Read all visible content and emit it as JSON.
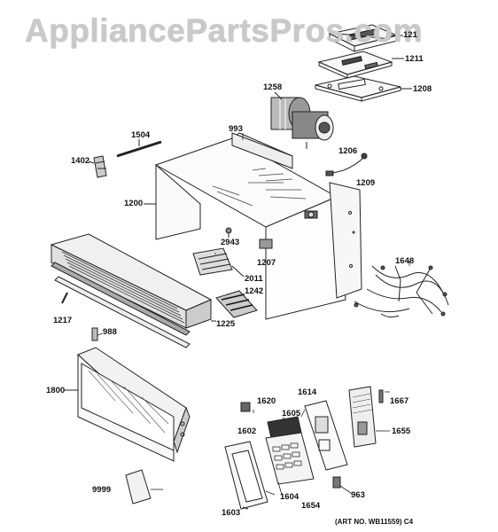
{
  "watermark": "AppliancePartsPros.com",
  "art_number": "(ART NO. WB11559) C4",
  "parts": {
    "p121": "121",
    "p1211": "1211",
    "p1208": "1208",
    "p1258": "1258",
    "p993": "993",
    "p1504": "1504",
    "p1402": "1402",
    "p1206": "1206",
    "p1209": "1209",
    "p1200": "1200",
    "p2943": "2943",
    "p1207": "1207",
    "p2011": "2011",
    "p1242": "1242",
    "p1648": "1648",
    "p1217": "1217",
    "p988": "988",
    "p1225": "1225",
    "p1800": "1800",
    "p1620": "1620",
    "p1614": "1614",
    "p1667": "1667",
    "p1605": "1605",
    "p1602": "1602",
    "p1655": "1655",
    "p963": "963",
    "p9999": "9999",
    "p1604": "1604",
    "p1654": "1654",
    "p1603": "1603"
  }
}
